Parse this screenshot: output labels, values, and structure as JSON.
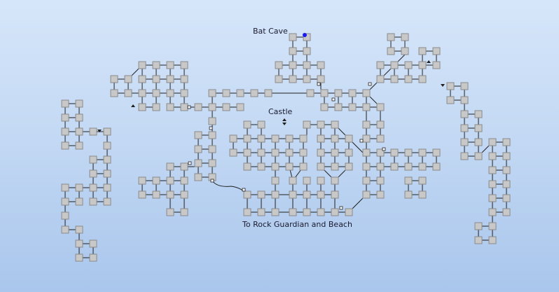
{
  "labels": {
    "bat_cave": "Bat Cave",
    "castle": "Castle",
    "rock_guardian": "To Rock Guardian and Beach"
  },
  "colors": {
    "room_fill": "#c8c8c8",
    "room_stroke": "#8a8a8a",
    "exit_line": "#202020",
    "player_marker": "#1a1aee",
    "background_top": "#d6e6fa",
    "background_bottom": "#a9c6ec"
  },
  "player_location": "Bat Cave"
}
